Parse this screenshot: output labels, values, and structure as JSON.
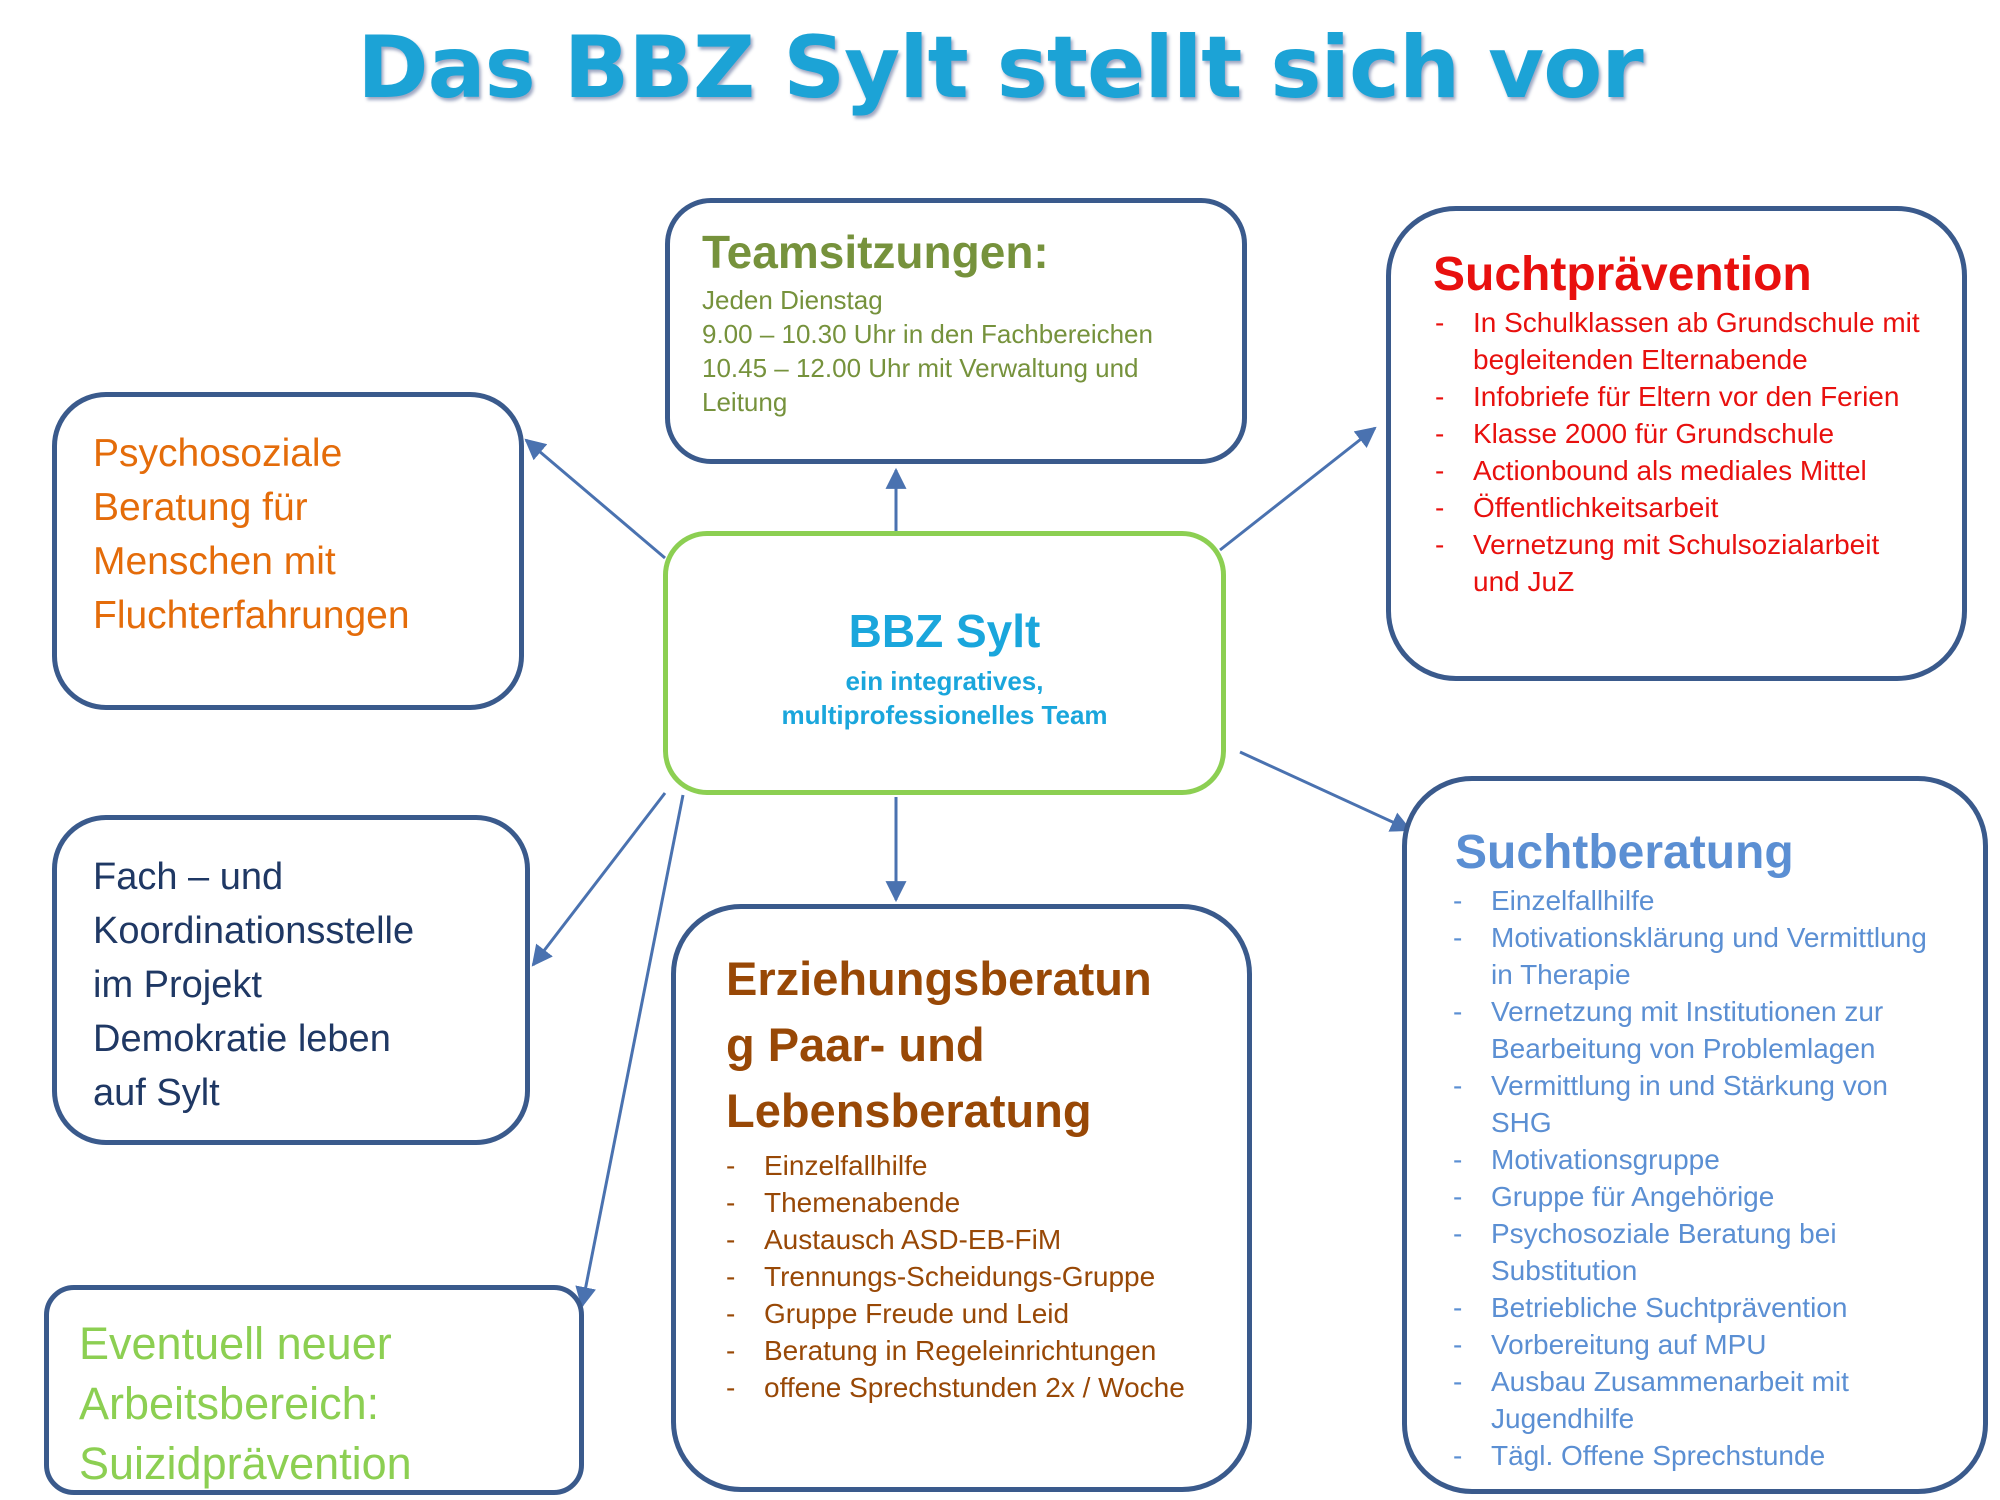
{
  "title": "Das BBZ Sylt stellt sich vor",
  "center": {
    "heading": "BBZ Sylt",
    "line1": "ein integratives,",
    "line2": "multiprofessionelles Team"
  },
  "teamsitzungen": {
    "heading": "Teamsitzungen:",
    "lines": [
      "Jeden Dienstag",
      "9.00 – 10.30 Uhr in den Fachbereichen",
      "10.45 – 12.00 Uhr mit Verwaltung und",
      "Leitung"
    ]
  },
  "suchtpraevention": {
    "heading": "Suchtprävention",
    "items": [
      "In Schulklassen ab Grundschule mit begleitenden Elternabende",
      "Infobriefe für Eltern vor den Ferien",
      "Klasse 2000 für Grundschule",
      "Actionbound als mediales Mittel",
      "Öffentlichkeitsarbeit",
      "Vernetzung mit Schulsozialarbeit und JuZ"
    ]
  },
  "psychosoziale": {
    "lines": [
      "Psychosoziale",
      "Beratung für",
      "Menschen mit",
      "Fluchterfahrungen"
    ]
  },
  "fach": {
    "lines": [
      "Fach – und",
      "Koordinationsstelle",
      "im Projekt",
      "Demokratie leben",
      "auf Sylt"
    ]
  },
  "erziehungsberatung": {
    "heading_lines": [
      "Erziehungsberatun",
      "g Paar- und",
      "Lebensberatung"
    ],
    "items": [
      "Einzelfallhilfe",
      "Themenabende",
      "Austausch ASD-EB-FiM",
      "Trennungs-Scheidungs-Gruppe",
      "Gruppe Freude und Leid",
      "Beratung in Regeleinrichtungen",
      "offene Sprechstunden 2x / Woche"
    ]
  },
  "suchtberatung": {
    "heading": "Suchtberatung",
    "items": [
      "Einzelfallhilfe",
      "Motivationsklärung und Vermittlung in Therapie",
      "Vernetzung mit Institutionen zur Bearbeitung von Problemlagen",
      "Vermittlung in und Stärkung von SHG",
      "Motivationsgruppe",
      "Gruppe für Angehörige",
      "Psychosoziale Beratung bei Substitution",
      "Betriebliche Suchtprävention",
      "Vorbereitung auf MPU",
      "Ausbau Zusammenarbeit mit Jugendhilfe",
      "Tägl. Offene Sprechstunde"
    ]
  },
  "suizid": {
    "lines": [
      "Eventuell neuer",
      "Arbeitsbereich:",
      "Suizidprävention"
    ]
  },
  "colors": {
    "title": "#1ca3d6",
    "box_border": "#3a5a8c",
    "center_border": "#8ccf52",
    "arrow": "#4a72b0"
  }
}
